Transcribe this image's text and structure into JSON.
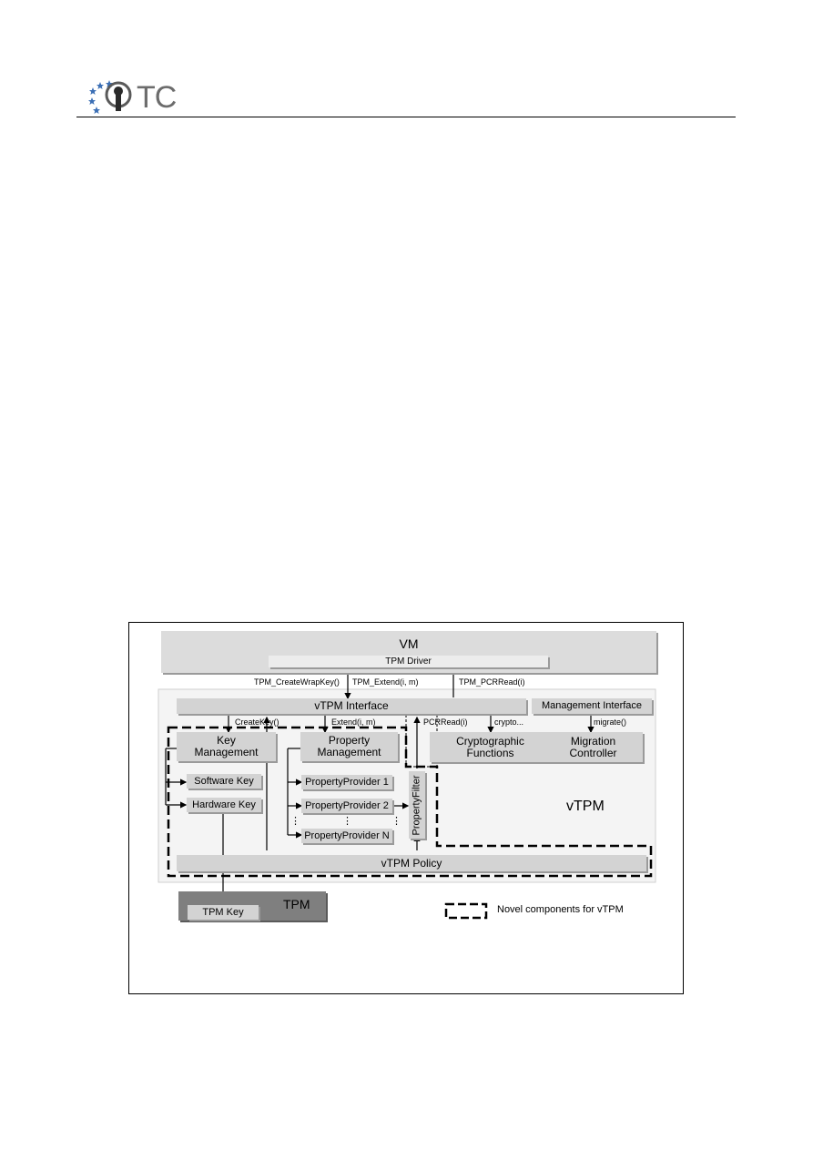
{
  "header": {
    "logo_text": "TC"
  },
  "diagram": {
    "vm": "VM",
    "tpm_driver": "TPM Driver",
    "call_createwrapkey": "TPM_CreateWrapKey()",
    "call_extend": "TPM_Extend(i, m)",
    "call_pcrread": "TPM_PCRRead(i)",
    "vtpm_interface": "vTPM Interface",
    "management_interface": "Management Interface",
    "call_createkey": "CreateKey()",
    "call_extend_internal": "Extend(i, m)",
    "call_pcrread_internal": "PCRRead(i)",
    "call_crypto": "crypto...",
    "call_migrate": "migrate()",
    "key_management": "Key Management",
    "property_management": "Property Management",
    "cryptographic_functions": "Cryptographic Functions",
    "migration_controller": "Migration Controller",
    "software_key": "Software Key",
    "hardware_key": "Hardware Key",
    "property_provider_1": "PropertyProvider 1",
    "property_provider_2": "PropertyProvider 2",
    "property_provider_n": "PropertyProvider N",
    "ellipsis": "⋮",
    "property_filter": "PropertyFilter",
    "vtpm_label": "vTPM",
    "vtpm_policy": "vTPM Policy",
    "tpm_key": "TPM Key",
    "tpm": "TPM",
    "legend_text": "Novel components for vTPM"
  }
}
